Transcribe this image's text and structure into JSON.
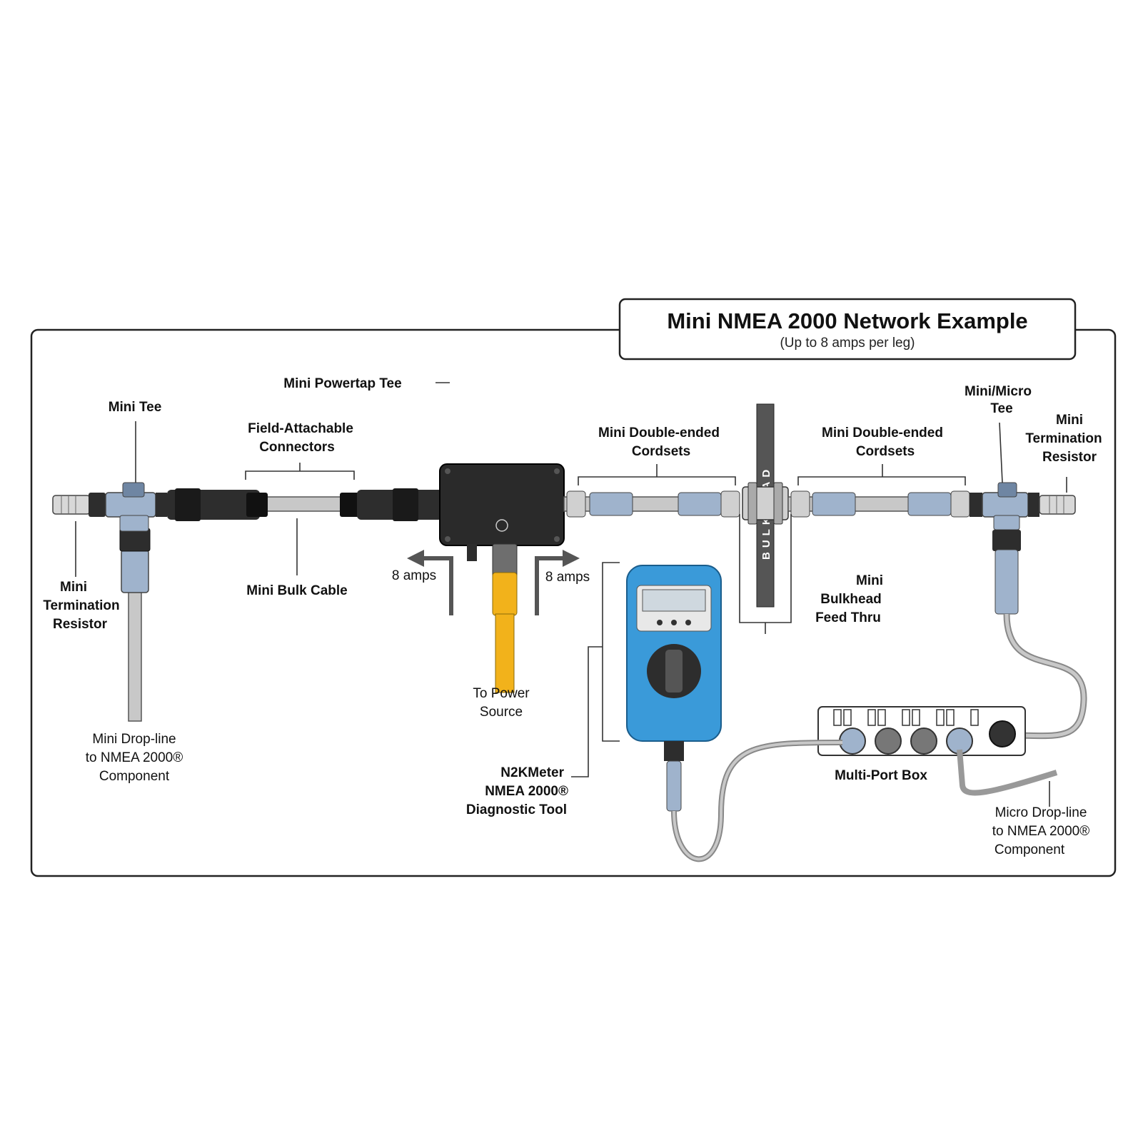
{
  "title": "Mini NMEA 2000  Network Example",
  "subtitle": "(Up to 8 amps per leg)",
  "bulkhead_text": "BULKHEAD",
  "labels": {
    "mini_tee": "Mini Tee",
    "field_attachable_1": "Field-Attachable",
    "field_attachable_2": "Connectors",
    "powertap_tee": "Mini Powertap Tee",
    "double_ended_left_1": "Mini Double-ended",
    "double_ended_left_2": "Cordsets",
    "double_ended_right_1": "Mini Double-ended",
    "double_ended_right_2": "Cordsets",
    "mini_micro_tee_1": "Mini/Micro",
    "mini_micro_tee_2": "Tee",
    "term_right_1": "Mini",
    "term_right_2": "Termination",
    "term_right_3": "Resistor",
    "term_left_1": "Mini",
    "term_left_2": "Termination",
    "term_left_3": "Resistor",
    "bulk_cable": "Mini Bulk Cable",
    "amps_left": "8 amps",
    "amps_right": "8 amps",
    "power_1": "To Power",
    "power_2": "Source",
    "drop_left_1": "Mini Drop-line",
    "drop_left_2": "to NMEA 2000®",
    "drop_left_3": "Component",
    "n2k_1": "N2KMeter",
    "n2k_2": "NMEA 2000®",
    "n2k_3": "Diagnostic Tool",
    "bulkhead_1": "Mini",
    "bulkhead_2": "Bulkhead",
    "bulkhead_3": "Feed Thru",
    "multiport": "Multi-Port Box",
    "micro_drop_1": "Micro Drop-line",
    "micro_drop_2": "to NMEA 2000®",
    "micro_drop_3": "Component"
  },
  "colors": {
    "cable_gray": "#c8c8c8",
    "connector_blue": "#9fb3cc",
    "connector_dark": "#2d2d2d",
    "meter_blue": "#3a9ad9",
    "power_yellow": "#f2b21b",
    "bulkhead_gray": "#555555"
  }
}
